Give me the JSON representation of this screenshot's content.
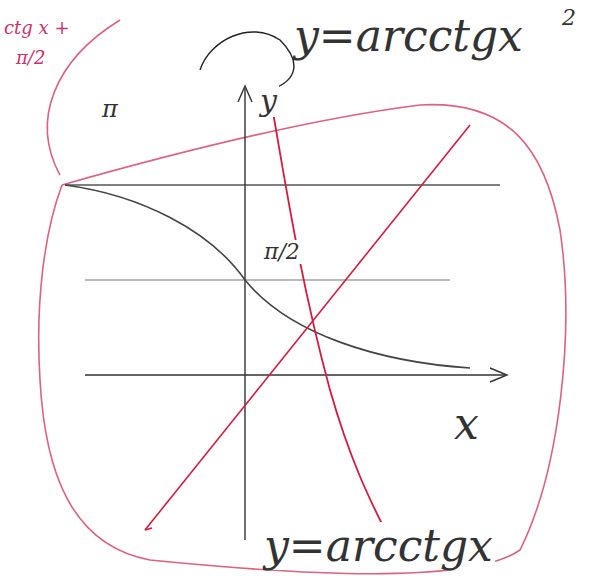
{
  "diagram": {
    "labels": [
      "ctg x +",
      "π/2",
      "y=arcctgx",
      "2",
      "π",
      "y",
      "π/2",
      "x",
      "y=arcctgx"
    ]
  }
}
